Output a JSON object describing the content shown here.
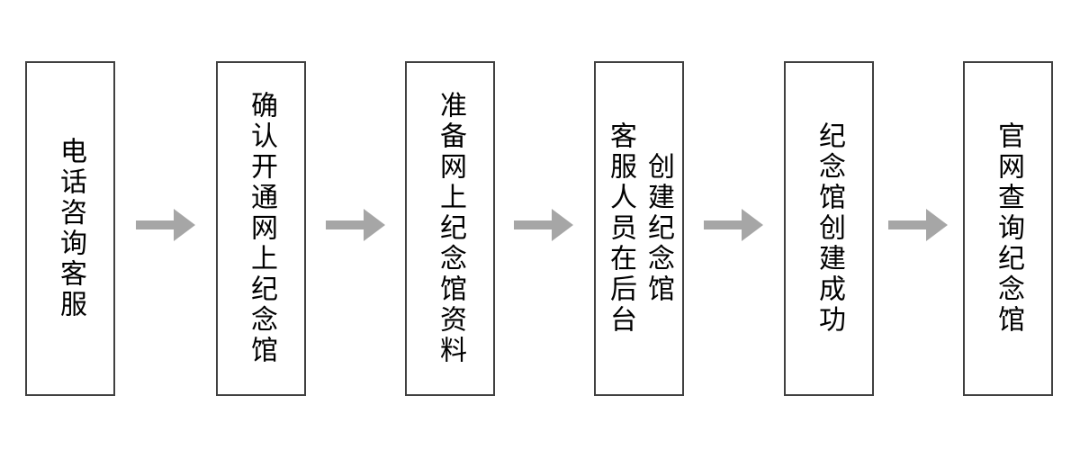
{
  "diagram": {
    "type": "flowchart",
    "flow_direction": "left-to-right",
    "text_orientation": "vertical",
    "connector": "right-arrow",
    "steps": [
      {
        "label": "电话咨询客服"
      },
      {
        "label": "确认开通网上纪念馆"
      },
      {
        "label": "准备网上纪念馆资料"
      },
      {
        "label": "客服人员在后台\n创建纪念馆"
      },
      {
        "label": "纪念馆创建成功"
      },
      {
        "label": "官网查询纪念馆"
      }
    ],
    "colors": {
      "background": "#ffffff",
      "box_fill": "#ffffff",
      "box_border": "#404040",
      "text": "#000000",
      "arrow": "#a6a6a6"
    }
  }
}
